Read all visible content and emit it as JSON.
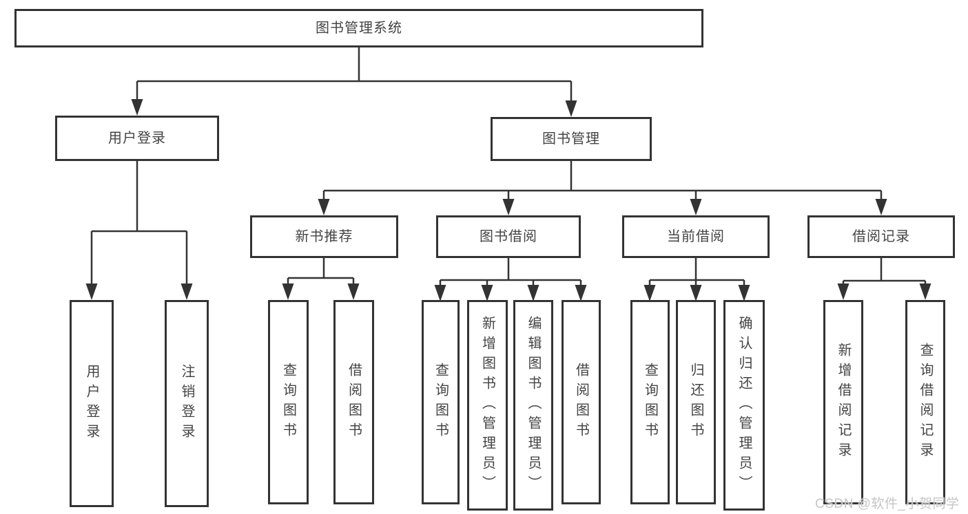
{
  "diagram": {
    "title_node": "图书管理系统",
    "l2": [
      "用户登录",
      "图书管理"
    ],
    "l3": [
      "新书推荐",
      "图书借阅",
      "当前借阅",
      "借阅记录"
    ],
    "leavesA": [
      "用户登录",
      "注销登录"
    ],
    "leavesB": [
      "查询图书",
      "借阅图书"
    ],
    "leavesC": [
      "查询图书",
      "新增图书（管理员）",
      "编辑图书（管理员）",
      "借阅图书"
    ],
    "leavesD": [
      "查询图书",
      "归还图书",
      "确认归还（管理员）"
    ],
    "leavesE": [
      "新增借阅记录",
      "查询借阅记录"
    ]
  },
  "colors": {
    "line": "#333333",
    "text": "#444444",
    "background": "#ffffff",
    "watermark": "#c6c6c6"
  },
  "watermark": {
    "text": "CSDN @软件_小贺同学"
  }
}
